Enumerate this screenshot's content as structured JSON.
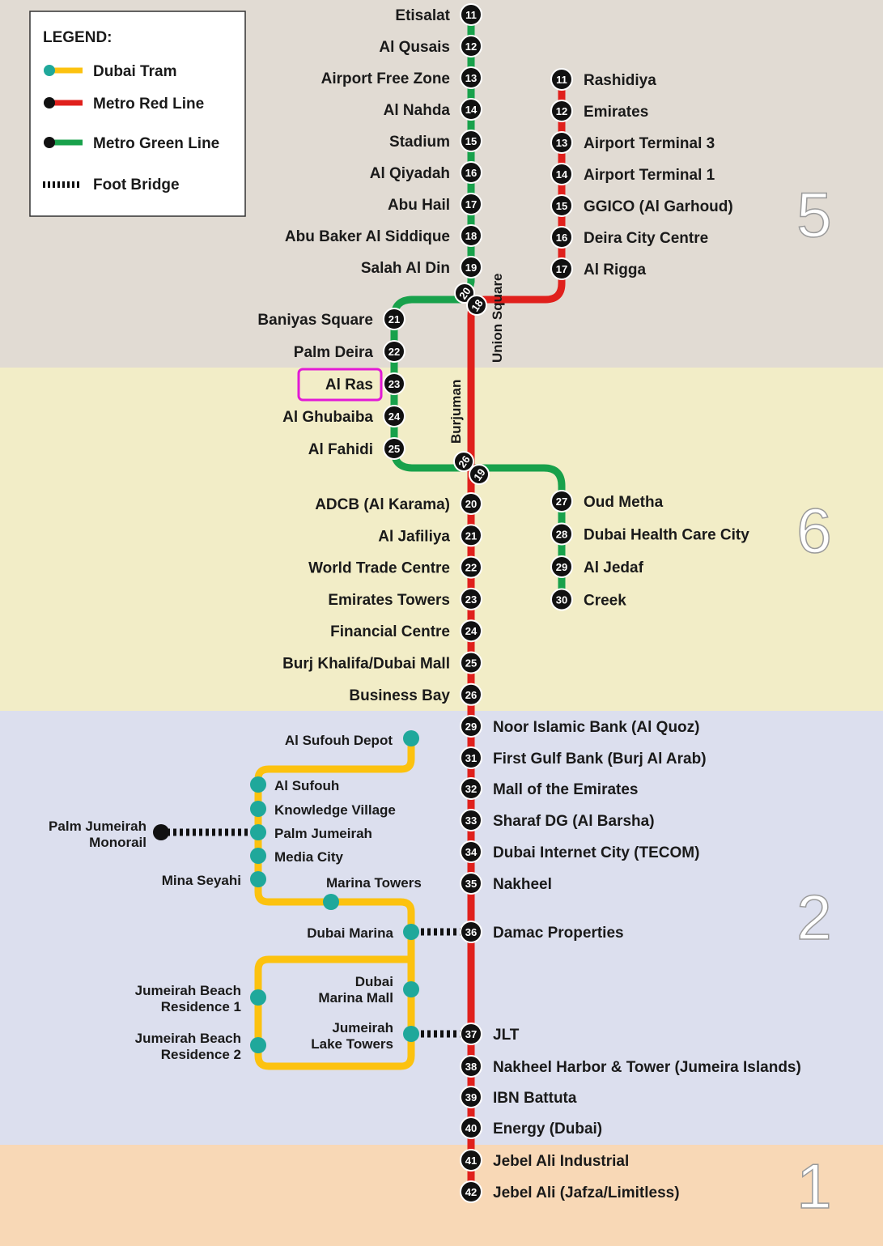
{
  "colors": {
    "zone5": "#e1dbd3",
    "zone6": "#f2edc7",
    "zone2": "#dcdfee",
    "zone1": "#f8d8b6",
    "red": "#e0201c",
    "green": "#18a14b",
    "tram": "#fcc20f",
    "tram_stop": "#1fa89b",
    "station": "#111111"
  },
  "legend": {
    "title": "LEGEND:",
    "items": [
      {
        "label": "Dubai Tram",
        "icon": "tram-line-icon"
      },
      {
        "label": "Metro Red Line",
        "icon": "red-line-icon"
      },
      {
        "label": "Metro Green Line",
        "icon": "green-line-icon"
      },
      {
        "label": "Foot Bridge",
        "icon": "foot-bridge-icon"
      }
    ]
  },
  "zones": [
    "5",
    "6",
    "2",
    "1"
  ],
  "green_west_stations": [
    {
      "num": "11",
      "name": "Etisalat"
    },
    {
      "num": "12",
      "name": "Al Qusais"
    },
    {
      "num": "13",
      "name": "Airport Free Zone"
    },
    {
      "num": "14",
      "name": "Al Nahda"
    },
    {
      "num": "15",
      "name": "Stadium"
    },
    {
      "num": "16",
      "name": "Al Qiyadah"
    },
    {
      "num": "17",
      "name": "Abu Hail"
    },
    {
      "num": "18",
      "name": "Abu Baker Al Siddique"
    },
    {
      "num": "19",
      "name": "Salah Al Din"
    }
  ],
  "red_north_stations": [
    {
      "num": "11",
      "name": "Rashidiya"
    },
    {
      "num": "12",
      "name": "Emirates"
    },
    {
      "num": "13",
      "name": "Airport Terminal 3"
    },
    {
      "num": "14",
      "name": "Airport Terminal 1"
    },
    {
      "num": "15",
      "name": "GGICO (Al Garhoud)"
    },
    {
      "num": "16",
      "name": "Deira City Centre"
    },
    {
      "num": "17",
      "name": "Al Rigga"
    }
  ],
  "interchange_union": {
    "name": "Union Square",
    "green_num": "20",
    "red_num": "18"
  },
  "interchange_burjuman": {
    "name": "Burjuman",
    "green_num": "26",
    "red_num": "19"
  },
  "green_mid_stations": [
    {
      "num": "21",
      "name": "Baniyas Square"
    },
    {
      "num": "22",
      "name": "Palm Deira"
    },
    {
      "num": "23",
      "name": "Al Ras"
    },
    {
      "num": "24",
      "name": "Al Ghubaiba"
    },
    {
      "num": "25",
      "name": "Al Fahidi"
    }
  ],
  "green_south_stations": [
    {
      "num": "27",
      "name": "Oud Metha"
    },
    {
      "num": "28",
      "name": "Dubai Health Care City"
    },
    {
      "num": "29",
      "name": "Al Jedaf"
    },
    {
      "num": "30",
      "name": "Creek"
    }
  ],
  "red_central_stations": [
    {
      "num": "20",
      "name": "ADCB (Al Karama)"
    },
    {
      "num": "21",
      "name": "Al Jafiliya"
    },
    {
      "num": "22",
      "name": "World Trade Centre"
    },
    {
      "num": "23",
      "name": "Emirates Towers"
    },
    {
      "num": "24",
      "name": "Financial Centre"
    },
    {
      "num": "25",
      "name": "Burj Khalifa/Dubai Mall"
    },
    {
      "num": "26",
      "name": "Business Bay"
    }
  ],
  "red_south_stations": [
    {
      "num": "29",
      "name": "Noor Islamic Bank (Al Quoz)"
    },
    {
      "num": "31",
      "name": "First Gulf Bank (Burj Al Arab)"
    },
    {
      "num": "32",
      "name": "Mall of the Emirates"
    },
    {
      "num": "33",
      "name": "Sharaf DG (Al Barsha)"
    },
    {
      "num": "34",
      "name": "Dubai Internet City (TECOM)"
    },
    {
      "num": "35",
      "name": "Nakheel"
    },
    {
      "num": "36",
      "name": "Damac Properties"
    },
    {
      "num": "37",
      "name": "JLT"
    },
    {
      "num": "38",
      "name": "Nakheel Harbor & Tower (Jumeira Islands)"
    },
    {
      "num": "39",
      "name": "IBN Battuta"
    },
    {
      "num": "40",
      "name": "Energy (Dubai)"
    },
    {
      "num": "41",
      "name": "Jebel Ali Industrial"
    },
    {
      "num": "42",
      "name": "Jebel Ali (Jafza/Limitless)"
    }
  ],
  "tram": {
    "al_sufouh_depot": "Al Sufouh Depot",
    "al_sufouh": "Al Sufouh",
    "knowledge_village": "Knowledge Village",
    "palm_jumeirah": "Palm Jumeirah",
    "media_city": "Media City",
    "mina_seyahi": "Mina Seyahi",
    "marina_towers": "Marina Towers",
    "dubai_marina": "Dubai Marina",
    "dubai_marina_mall": [
      "Dubai",
      "Marina Mall"
    ],
    "jlt": [
      "Jumeirah",
      "Lake Towers"
    ],
    "jbr1": [
      "Jumeirah Beach",
      "Residence 1"
    ],
    "jbr2": [
      "Jumeirah Beach",
      "Residence 2"
    ],
    "monorail": [
      "Palm Jumeirah",
      "Monorail"
    ]
  }
}
